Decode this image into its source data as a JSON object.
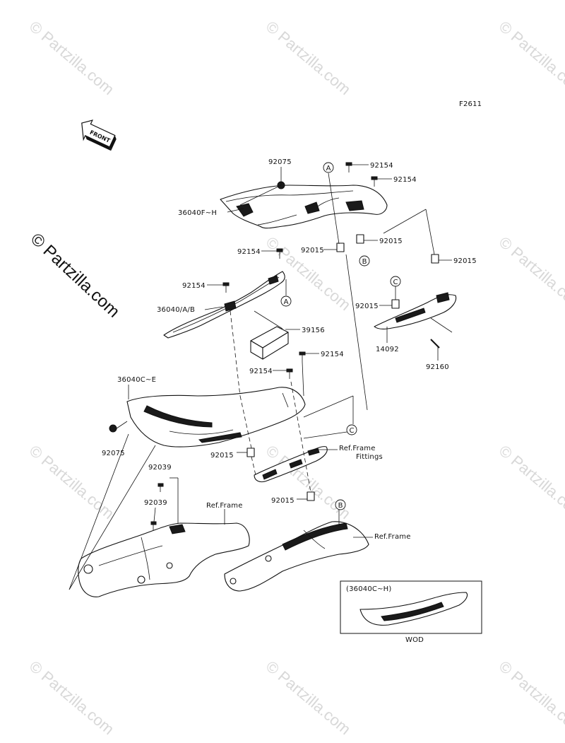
{
  "watermark": {
    "text": "© Partzilla.com"
  },
  "diagram_code": "F2611",
  "front_arrow_label": "FRONT",
  "callouts": [
    {
      "name": "label-92075-top",
      "text": "92075"
    },
    {
      "name": "label-36040F-H",
      "text": "36040F~H"
    },
    {
      "name": "label-92154-a",
      "text": "92154"
    },
    {
      "name": "label-92154-b",
      "text": "92154"
    },
    {
      "name": "label-92015-a",
      "text": "92015"
    },
    {
      "name": "label-92015-b",
      "text": "92015"
    },
    {
      "name": "label-92015-c",
      "text": "92015"
    },
    {
      "name": "label-92154-c",
      "text": "92154"
    },
    {
      "name": "label-92154-d",
      "text": "92154"
    },
    {
      "name": "label-36040-A-B",
      "text": "36040/A/B"
    },
    {
      "name": "label-39156",
      "text": "39156"
    },
    {
      "name": "label-92015-d",
      "text": "92015"
    },
    {
      "name": "label-14092",
      "text": "14092"
    },
    {
      "name": "label-92160",
      "text": "92160"
    },
    {
      "name": "label-92154-e",
      "text": "92154"
    },
    {
      "name": "label-92154-f",
      "text": "92154"
    },
    {
      "name": "label-36040C-E",
      "text": "36040C~E"
    },
    {
      "name": "label-92075-bottom",
      "text": "92075"
    },
    {
      "name": "label-92015-e",
      "text": "92015"
    },
    {
      "name": "label-ref-frame-fittings-1",
      "text": "Ref.Frame"
    },
    {
      "name": "label-ref-frame-fittings-2",
      "text": "Fittings"
    },
    {
      "name": "label-92039-a",
      "text": "92039"
    },
    {
      "name": "label-92039-b",
      "text": "92039"
    },
    {
      "name": "label-ref-frame-left",
      "text": "Ref.Frame"
    },
    {
      "name": "label-92015-f",
      "text": "92015"
    },
    {
      "name": "label-ref-frame-right",
      "text": "Ref.Frame"
    }
  ],
  "circle_markers": {
    "a": "A",
    "b": "B",
    "c": "C"
  },
  "inset": {
    "title": "(36040C~H)",
    "caption": "WOD"
  }
}
